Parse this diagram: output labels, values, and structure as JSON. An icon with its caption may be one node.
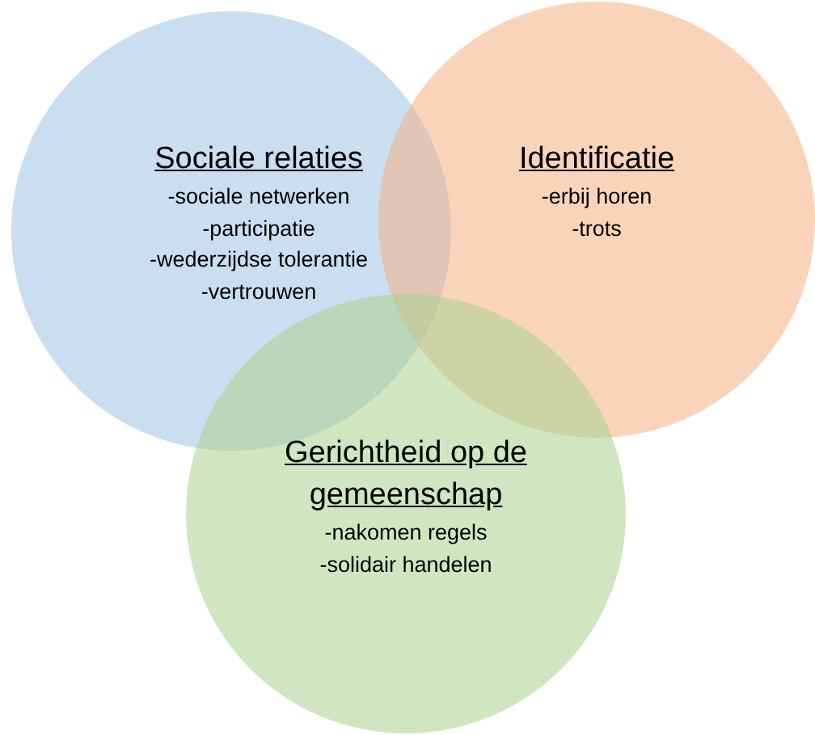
{
  "diagram": {
    "nodes": [
      {
        "text": [
          "Sociale relaties",
          "-sociale netwerken",
          "-participatie",
          "-wederzijdse tolerantie",
          "-vertrouwen"
        ]
      },
      {
        "text": [
          "Identificatie",
          "-erbij horen",
          "-trots"
        ]
      },
      {
        "text": [
          "Gerichtheid op de gemeenschap",
          "-nakomen regels",
          "-solidair handelen"
        ]
      }
    ]
  }
}
